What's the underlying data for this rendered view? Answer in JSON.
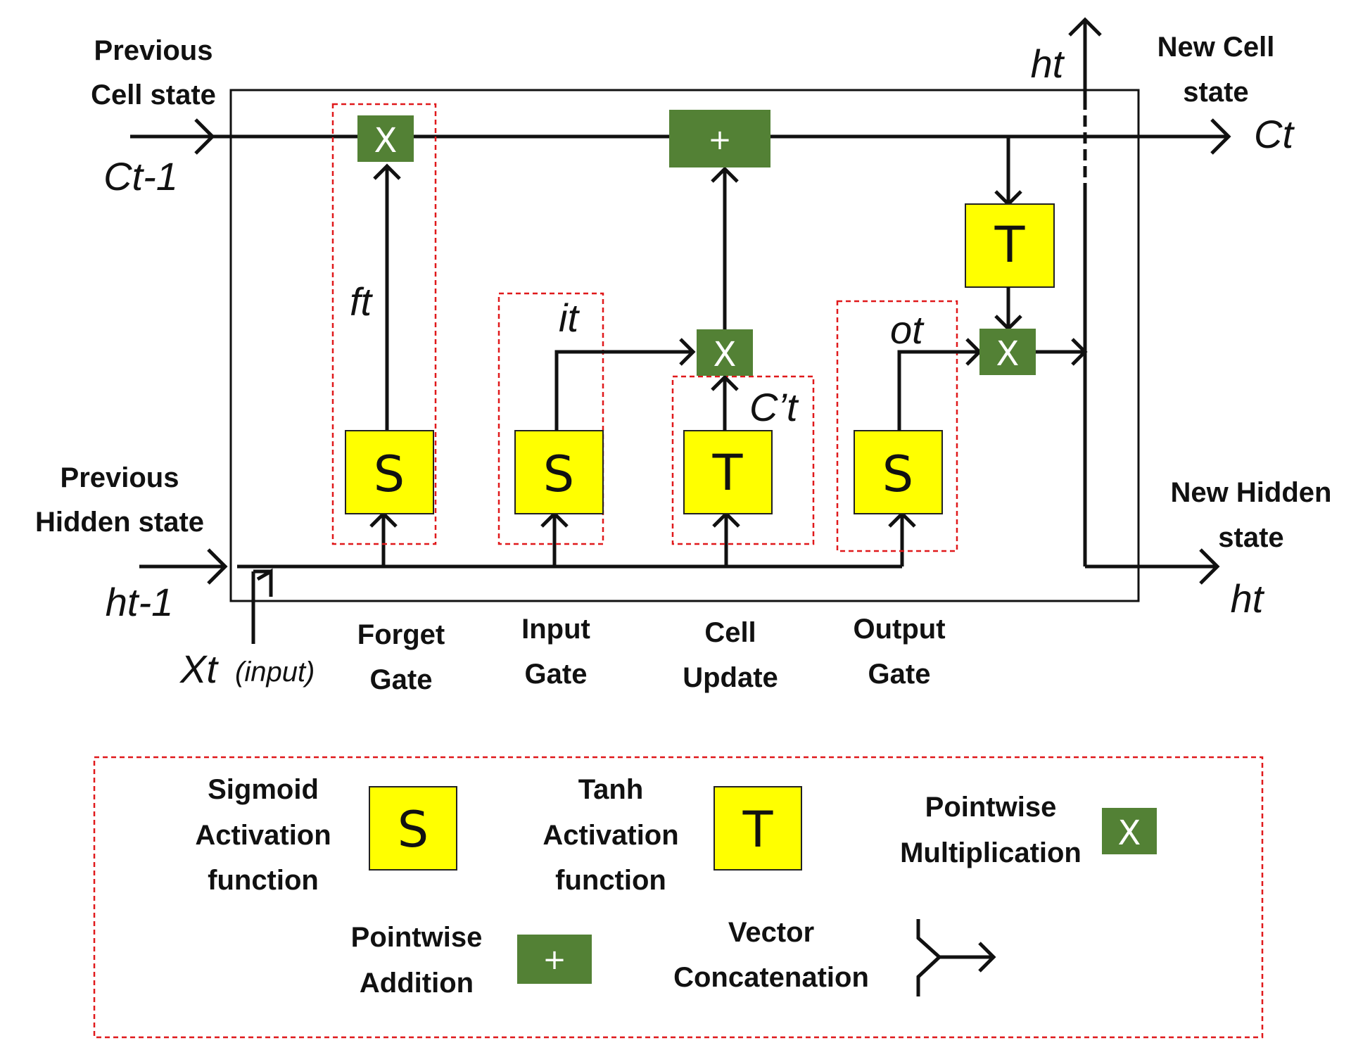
{
  "colors": {
    "activation_box": "#ffff00",
    "operation_box": "#538135",
    "gate_outline": "#e0191b",
    "line": "#111111"
  },
  "inputs": {
    "prev_cell_line1": "Previous",
    "prev_cell_line2": "Cell state",
    "c_prev": "Ct-1",
    "prev_hidden_line1": "Previous",
    "prev_hidden_line2": "Hidden state",
    "h_prev": "ht-1",
    "x_input": "Xt",
    "x_input_note": "(input)"
  },
  "outputs": {
    "h_top": "ht",
    "new_cell_line1": "New Cell",
    "new_cell_line2": "state",
    "c_t": "Ct",
    "new_hidden_line1": "New Hidden",
    "new_hidden_line2": "state",
    "h_t": "ht"
  },
  "signals": {
    "ft": "ft",
    "it": "it",
    "c_candidate": "C’t",
    "ot": "ot"
  },
  "symbols": {
    "sigmoid": "S",
    "tanh": "T",
    "multiply": "X",
    "add": "+"
  },
  "gates": [
    {
      "line1": "Forget",
      "line2": "Gate"
    },
    {
      "line1": "Input",
      "line2": "Gate"
    },
    {
      "line1": "Cell",
      "line2": "Update"
    },
    {
      "line1": "Output",
      "line2": "Gate"
    }
  ],
  "legend": {
    "sigmoid": [
      "Sigmoid",
      "Activation",
      "function"
    ],
    "tanh": [
      "Tanh",
      "Activation",
      "function"
    ],
    "multiply": [
      "Pointwise",
      "Multiplication"
    ],
    "add": [
      "Pointwise",
      "Addition"
    ],
    "concat": [
      "Vector",
      "Concatenation"
    ]
  }
}
